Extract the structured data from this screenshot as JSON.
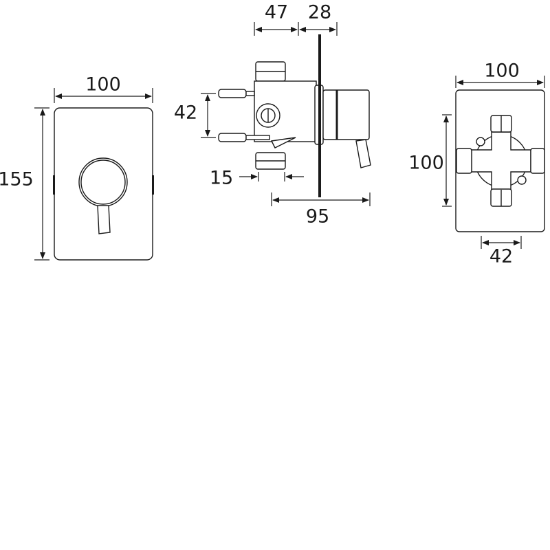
{
  "front_view": {
    "width": "100",
    "height": "155"
  },
  "side_view": {
    "depth_a": "47",
    "depth_b": "28",
    "inlet_spacing": "42",
    "offset": "15",
    "projection": "95"
  },
  "rear_view": {
    "width": "100",
    "height": "100",
    "inlet_spacing": "42"
  },
  "colors": {
    "line": "#1a1a1a",
    "background": "#ffffff"
  }
}
